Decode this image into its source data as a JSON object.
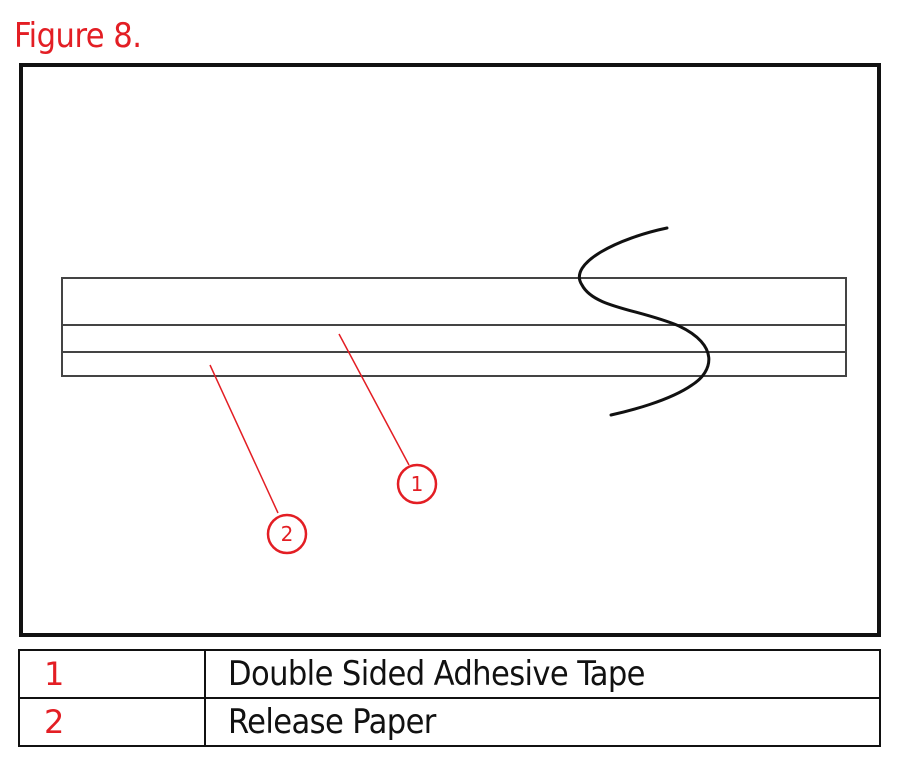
{
  "figure": {
    "title": "Figure 8."
  },
  "colors": {
    "accent": "#e31e24",
    "line": "#111111",
    "tape_outline": "#444444"
  },
  "callouts": [
    {
      "number": "1"
    },
    {
      "number": "2"
    }
  ],
  "legend": [
    {
      "number": "1",
      "description": "Double Sided Adhesive Tape"
    },
    {
      "number": "2",
      "description": "Release Paper"
    }
  ]
}
